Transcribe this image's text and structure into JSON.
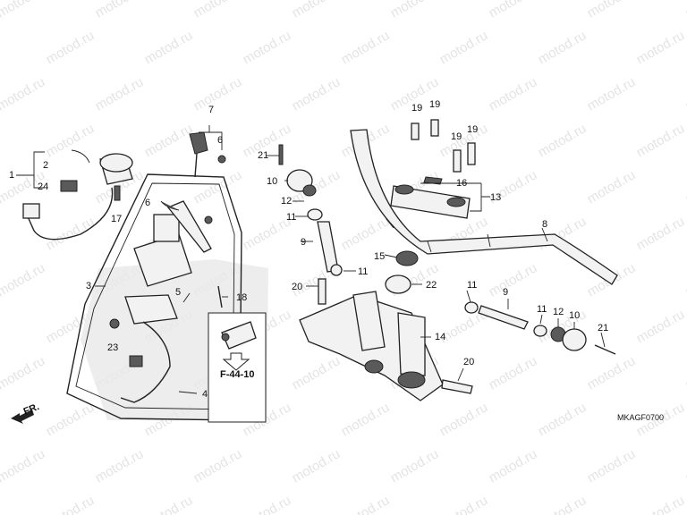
{
  "diagram": {
    "watermark": "motod.ru",
    "catalog_code": "MKAGF0700",
    "reference": "F-44-10",
    "direction_label": "FR.",
    "callouts": [
      "1",
      "2",
      "24",
      "17",
      "7",
      "6",
      "3",
      "6",
      "5",
      "18",
      "23",
      "4",
      "21",
      "10",
      "12",
      "11",
      "9",
      "11",
      "20",
      "15",
      "22",
      "14",
      "20",
      "19",
      "19",
      "19",
      "19",
      "16",
      "13",
      "8",
      "11",
      "9",
      "11",
      "12",
      "10",
      "21"
    ]
  }
}
